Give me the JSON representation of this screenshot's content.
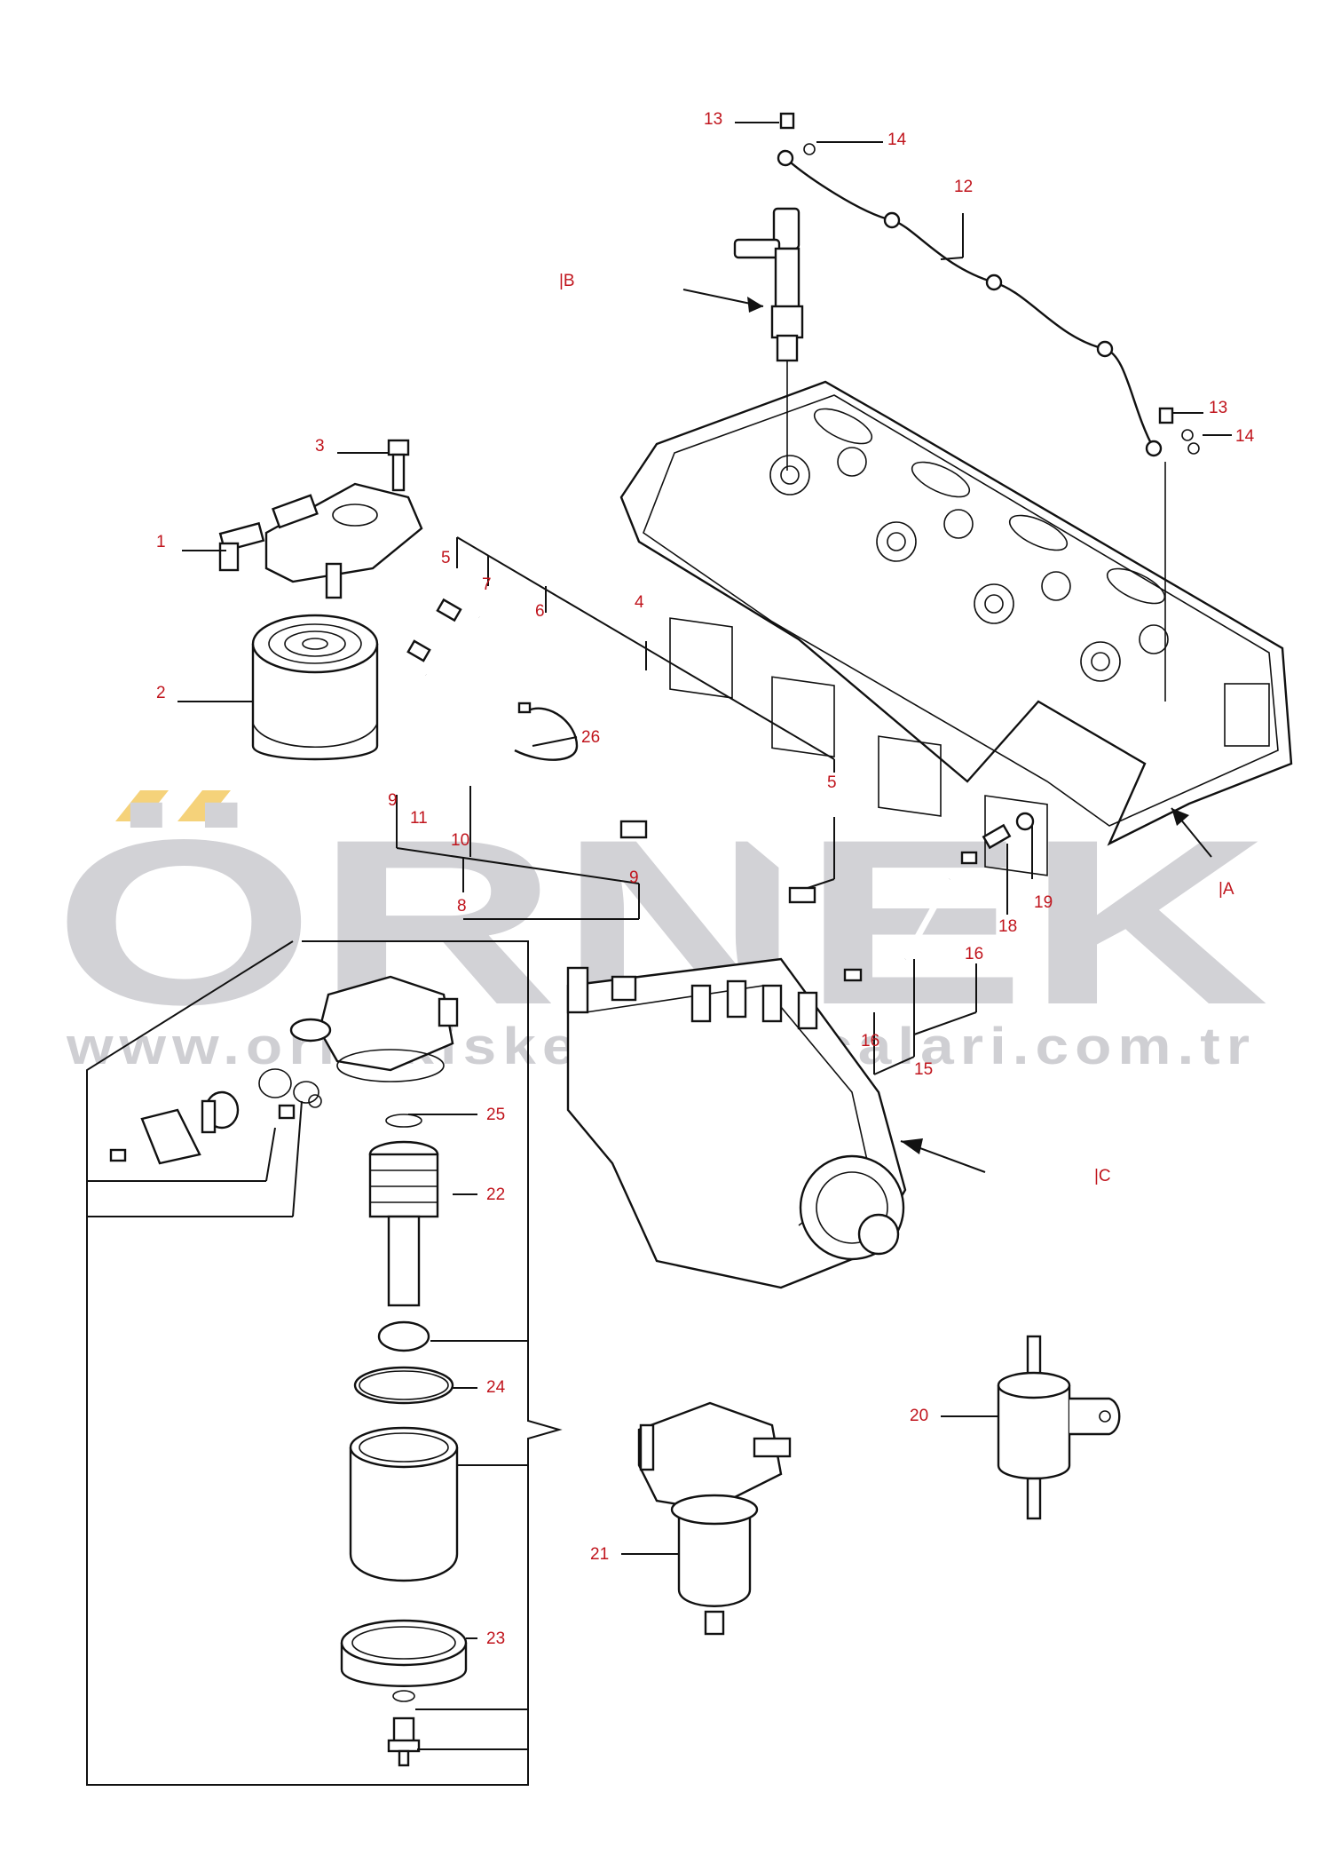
{
  "callouts": [
    {
      "id": "c1",
      "text": "1"
    },
    {
      "id": "c2",
      "text": "2"
    },
    {
      "id": "c3",
      "text": "3"
    },
    {
      "id": "c4",
      "text": "4"
    },
    {
      "id": "c5a",
      "text": "5"
    },
    {
      "id": "c5b",
      "text": "5"
    },
    {
      "id": "c6",
      "text": "6"
    },
    {
      "id": "c7",
      "text": "7"
    },
    {
      "id": "c8",
      "text": "8"
    },
    {
      "id": "c9a",
      "text": "9"
    },
    {
      "id": "c9b",
      "text": "9"
    },
    {
      "id": "c10",
      "text": "10"
    },
    {
      "id": "c11",
      "text": "11"
    },
    {
      "id": "c12",
      "text": "12"
    },
    {
      "id": "c13a",
      "text": "13"
    },
    {
      "id": "c13b",
      "text": "13"
    },
    {
      "id": "c14a",
      "text": "14"
    },
    {
      "id": "c14b",
      "text": "14"
    },
    {
      "id": "c15",
      "text": "15"
    },
    {
      "id": "c16a",
      "text": "16"
    },
    {
      "id": "c16b",
      "text": "16"
    },
    {
      "id": "c18",
      "text": "18"
    },
    {
      "id": "c19",
      "text": "19"
    },
    {
      "id": "c20",
      "text": "20"
    },
    {
      "id": "c21",
      "text": "21"
    },
    {
      "id": "c22",
      "text": "22"
    },
    {
      "id": "c23",
      "text": "23"
    },
    {
      "id": "c24",
      "text": "24"
    },
    {
      "id": "c25",
      "text": "25"
    },
    {
      "id": "c26",
      "text": "26"
    },
    {
      "id": "cA",
      "text": "|A"
    },
    {
      "id": "cB",
      "text": "|B"
    },
    {
      "id": "cC",
      "text": "|C"
    }
  ],
  "watermark": {
    "brand": "ÖRNEK",
    "url": "www.ornekiskelesiparcalari.com.tr",
    "accent_color": "#f5d27a",
    "text_color": "#d2d2d6"
  },
  "colors": {
    "callout": "#c0141c",
    "line": "#111111"
  }
}
